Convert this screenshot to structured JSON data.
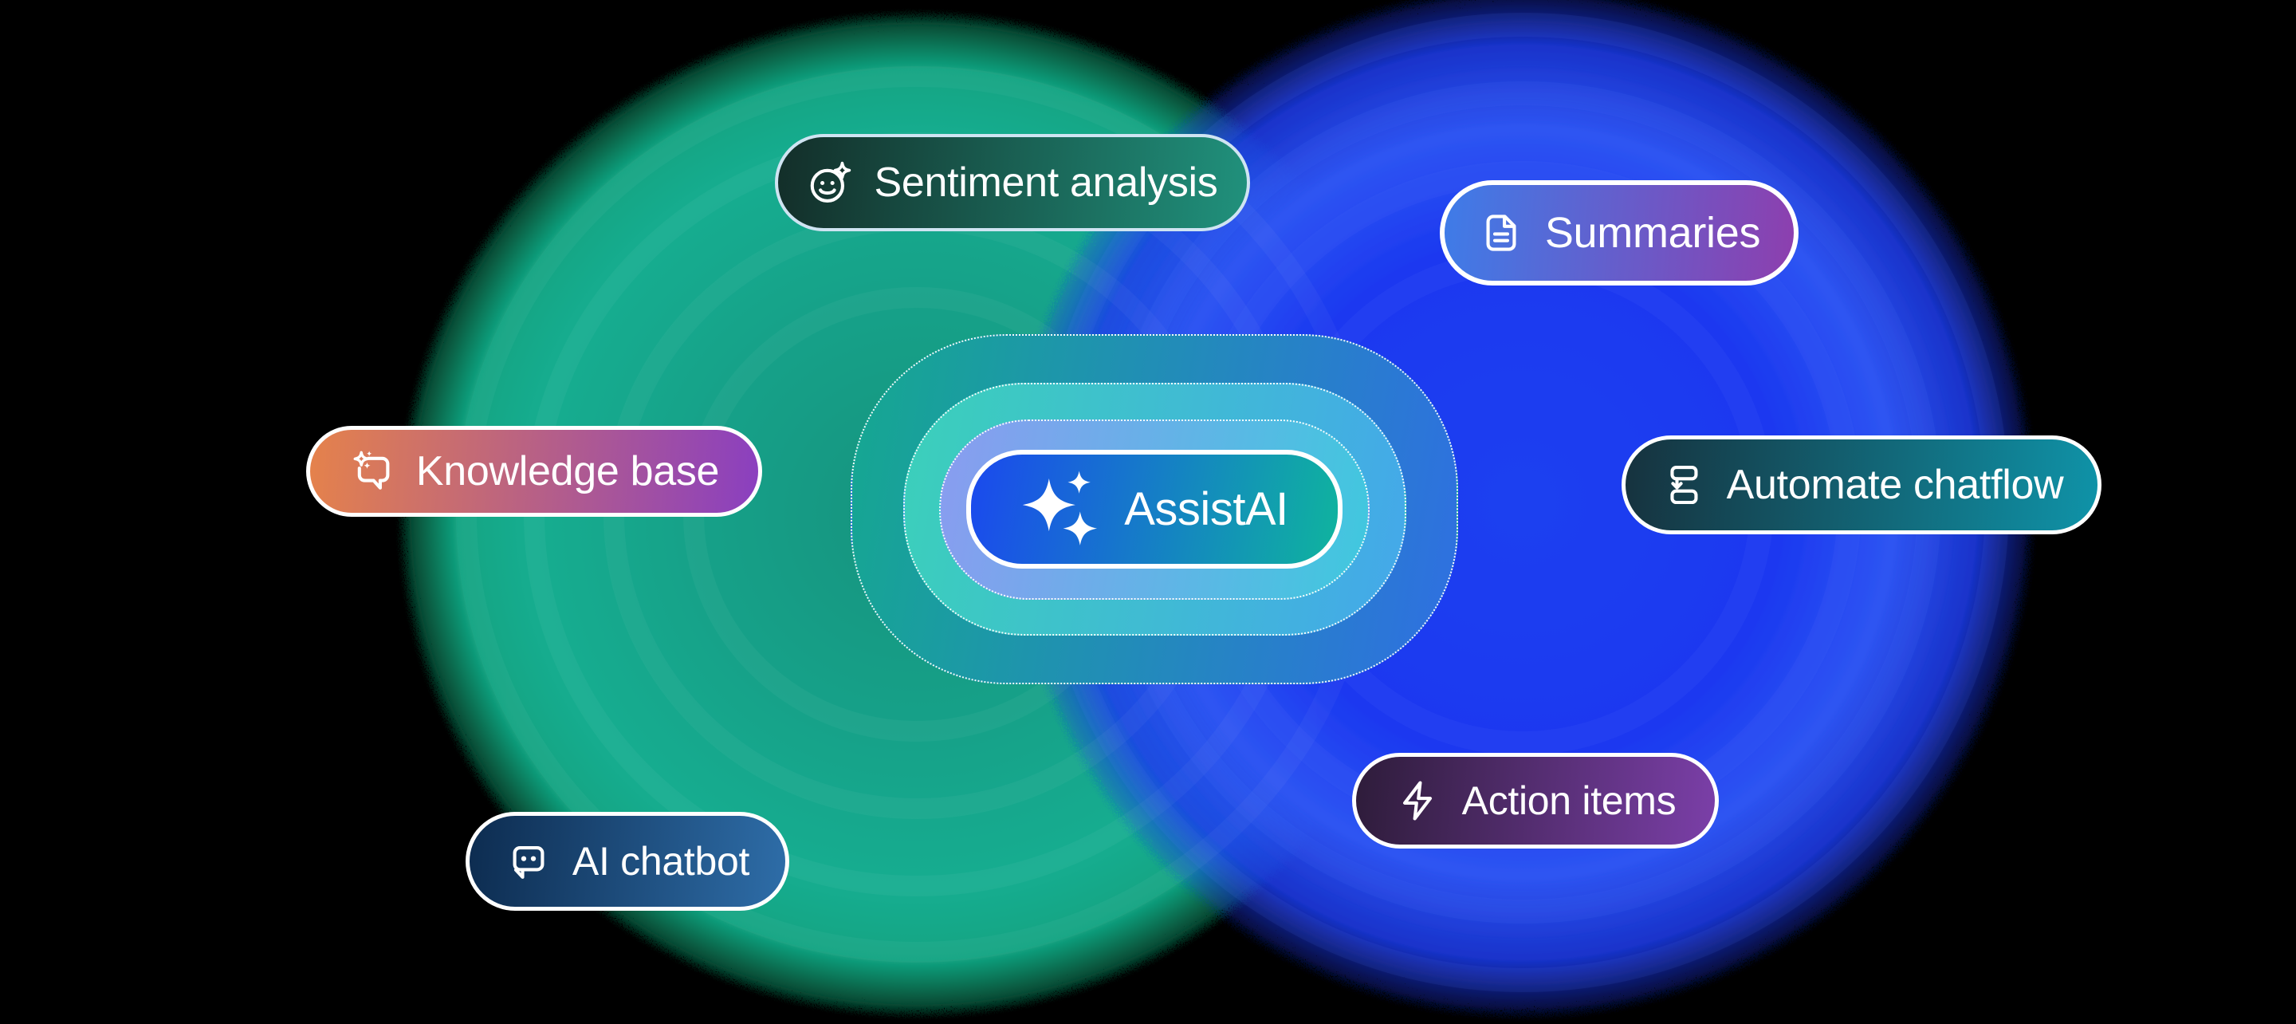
{
  "title": "AssistAI features diagram",
  "center": {
    "label": "AssistAI",
    "icon": "sparkles-icon",
    "gradient": {
      "from": "#1b49ee",
      "to": "#0fb49e",
      "angle": "100deg",
      "border": "#ffffff"
    }
  },
  "rings": {
    "outer": {
      "from": "#15a890",
      "to": "#2f6fe2",
      "angle": "100deg"
    },
    "middle": {
      "from": "#3bd0ba",
      "to": "#44a8ea",
      "angle": "100deg"
    },
    "inner": {
      "from": "#8a9cf0",
      "to": "#3fc8de",
      "angle": "100deg"
    }
  },
  "features": [
    {
      "id": "sentiment-analysis",
      "label": "Sentiment analysis",
      "icon": "smiley-sparkle-icon",
      "gradient": {
        "from": "#132e29",
        "to": "#20917c",
        "angle": "95deg",
        "border": "#cfe4f2"
      }
    },
    {
      "id": "summaries",
      "label": "Summaries",
      "icon": "document-icon",
      "gradient": {
        "from": "#3e7ce8",
        "to": "#8d3fae",
        "angle": "95deg",
        "border": "#ffffff"
      }
    },
    {
      "id": "knowledge-base",
      "label": "Knowledge base",
      "icon": "chat-sparkle-icon",
      "gradient": {
        "from": "#e5824b",
        "to": "#8a3fc0",
        "angle": "95deg",
        "border": "#ffffff"
      }
    },
    {
      "id": "automate-chatflow",
      "label": "Automate chatflow",
      "icon": "chatflow-icon",
      "gradient": {
        "from": "#16323e",
        "to": "#0f93a8",
        "angle": "95deg",
        "border": "#ffffff"
      }
    },
    {
      "id": "ai-chatbot",
      "label": "AI chatbot",
      "icon": "chatbot-icon",
      "gradient": {
        "from": "#0d2c50",
        "to": "#2e6da8",
        "angle": "95deg",
        "border": "#ffffff"
      }
    },
    {
      "id": "action-items",
      "label": "Action items",
      "icon": "lightning-icon",
      "gradient": {
        "from": "#2e1c3a",
        "to": "#7b3fa8",
        "angle": "95deg",
        "border": "#ffffff"
      }
    }
  ],
  "background": {
    "canvas": "#000000",
    "left_glow": "#14a289",
    "right_glow": "#1b3af0"
  }
}
